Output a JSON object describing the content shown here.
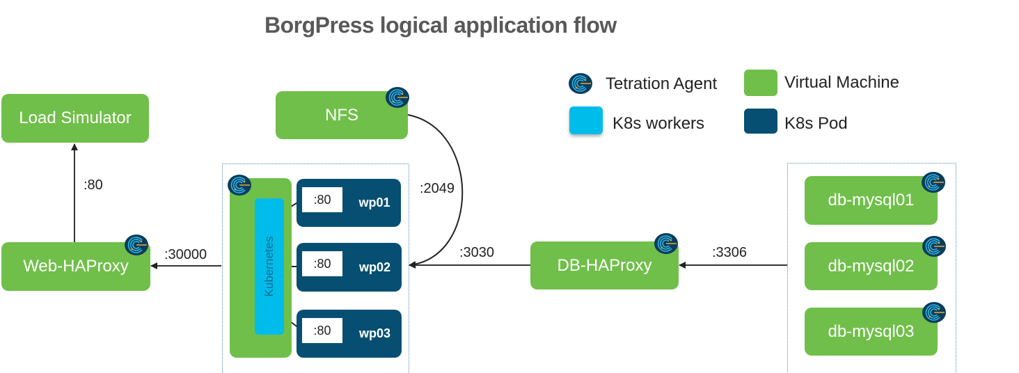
{
  "title": "BorgPress logical application flow",
  "legend": {
    "agent_label": "Tetration Agent",
    "vm_label": "Virtual Machine",
    "workers_label": "K8s workers",
    "pod_label": "K8s Pod",
    "colors": {
      "vm": "#70bf4a",
      "workers": "#00bceb",
      "pod": "#074f72",
      "agent": "#0a3d5c"
    }
  },
  "nodes": {
    "load_simulator": "Load Simulator",
    "web_haproxy": "Web-HAProxy",
    "nfs": "NFS",
    "db_haproxy": "DB-HAProxy",
    "kubernetes": "Kubernetes",
    "pods": [
      {
        "port": ":80",
        "name": "wp01"
      },
      {
        "port": ":80",
        "name": "wp02"
      },
      {
        "port": ":80",
        "name": "wp03"
      }
    ],
    "db": [
      "db-mysql01",
      "db-mysql02",
      "db-mysql03"
    ]
  },
  "edges": {
    "web_to_load": ":80",
    "k8s_to_web": ":30000",
    "nfs_to_k8s": ":2049",
    "db_haproxy_to_k8s": ":3030",
    "db_to_db_haproxy": ":3306"
  }
}
